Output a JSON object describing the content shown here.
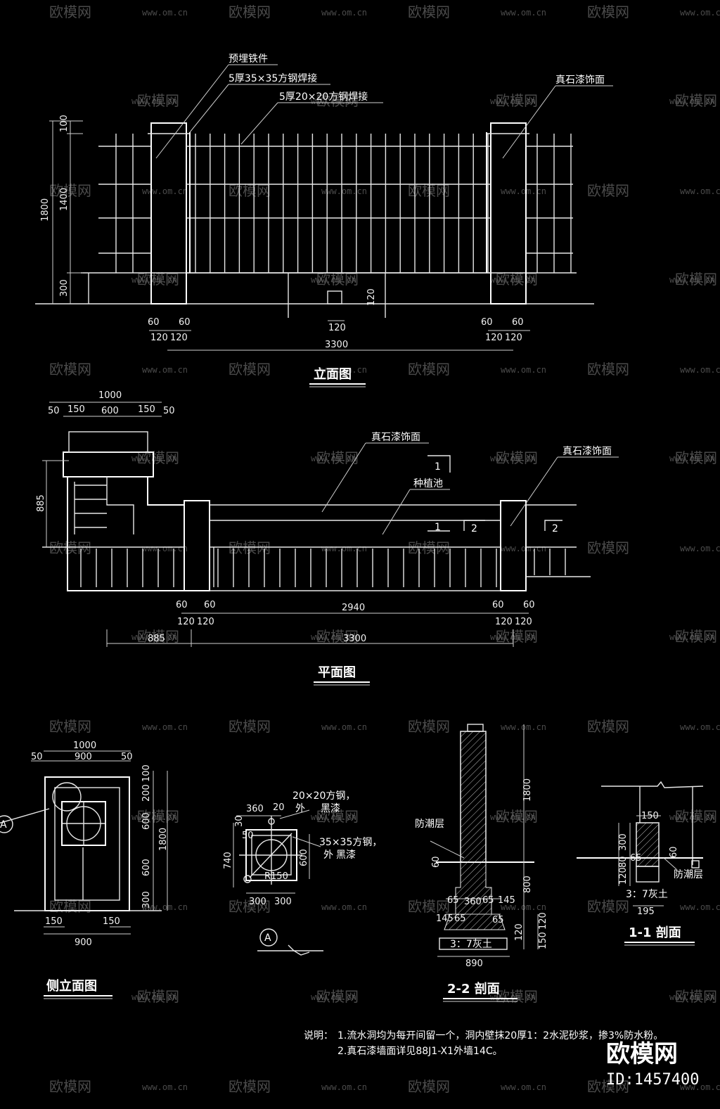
{
  "watermarks": {
    "brand": "欧模网",
    "url": "www.om.cn",
    "url_short": "om.cn"
  },
  "elevation": {
    "title": "立面图",
    "callouts": [
      "预埋铁件",
      "5厚35×35方钢焊接",
      "5厚20×20方钢焊接",
      "真石漆饰面"
    ],
    "dims_v": [
      "100",
      "1400",
      "1800",
      "300",
      "120"
    ],
    "dims_h": [
      "60",
      "60",
      "120",
      "120",
      "120",
      "60",
      "60",
      "120",
      "120",
      "3300"
    ]
  },
  "plan": {
    "title": "平面图",
    "callouts": [
      "真石漆饰面",
      "种植池",
      "真石漆饰面"
    ],
    "section_marks": [
      "1",
      "1",
      "2",
      "2"
    ],
    "dims_top": [
      "1000",
      "50",
      "150",
      "600",
      "150",
      "50"
    ],
    "dims_v": [
      "885"
    ],
    "dims_bottom": [
      "60",
      "60",
      "2940",
      "60",
      "60",
      "120",
      "120",
      "120",
      "120",
      "885",
      "3300"
    ]
  },
  "side_elevation": {
    "title": "侧立面图",
    "dims_top": [
      "1000",
      "50",
      "900",
      "50"
    ],
    "dims_v": [
      "200",
      "100",
      "600",
      "600",
      "300",
      "1800"
    ],
    "dims_bottom": [
      "150",
      "150",
      "900"
    ],
    "marker": "A"
  },
  "detail_a": {
    "marker": "A",
    "callouts": [
      "20×20方钢，",
      "外",
      "黑漆",
      "35×35方钢，",
      "外",
      "黑漆"
    ],
    "dims": [
      "360",
      "20",
      "30",
      "50",
      "740",
      "600",
      "R150",
      "300",
      "300"
    ]
  },
  "section_22": {
    "title": "2-2 剖面",
    "label_moist": "防潮层",
    "label_soil": "3：7灰土",
    "dims": [
      "1800",
      "800",
      "60",
      "65",
      "360",
      "65",
      "145",
      "145",
      "65",
      "65",
      "120",
      "150",
      "120",
      "890"
    ]
  },
  "section_11": {
    "title": "1-1 剖面",
    "label_moist": "防潮层",
    "label_soil": "3：7灰土",
    "dims": [
      "150",
      "300",
      "80",
      "65",
      "120",
      "60",
      "195"
    ]
  },
  "notes": {
    "prefix": "说明：",
    "line1": "1.流水洞均为每开间留一个，洞内壁抹20厚1：2水泥砂浆，掺3%防水粉。",
    "line2": "2.真石漆墙面详见88J1-X1外墙14C。"
  },
  "brand_badge": {
    "name": "欧模网",
    "id": "ID:1457400"
  }
}
